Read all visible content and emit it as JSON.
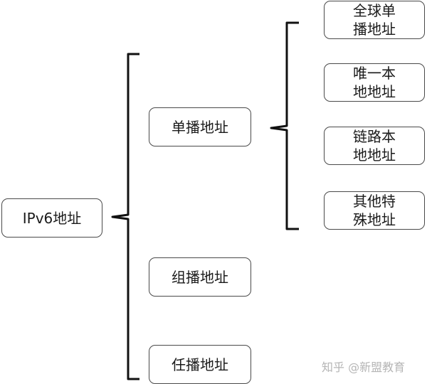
{
  "root": {
    "label": "IPv6地址"
  },
  "level1": [
    {
      "label": "单播地址"
    },
    {
      "label": "组播地址"
    },
    {
      "label": "任播地址"
    }
  ],
  "unicast_children": [
    {
      "label": "全球单\n播地址"
    },
    {
      "label": "唯一本\n地地址"
    },
    {
      "label": "链路本\n地地址"
    },
    {
      "label": "其他特\n殊地址"
    }
  ],
  "watermark": "知乎 @新盟教育",
  "colors": {
    "border": "#4a4a4a",
    "bracket": "#111111",
    "text": "#1a1a1a"
  }
}
